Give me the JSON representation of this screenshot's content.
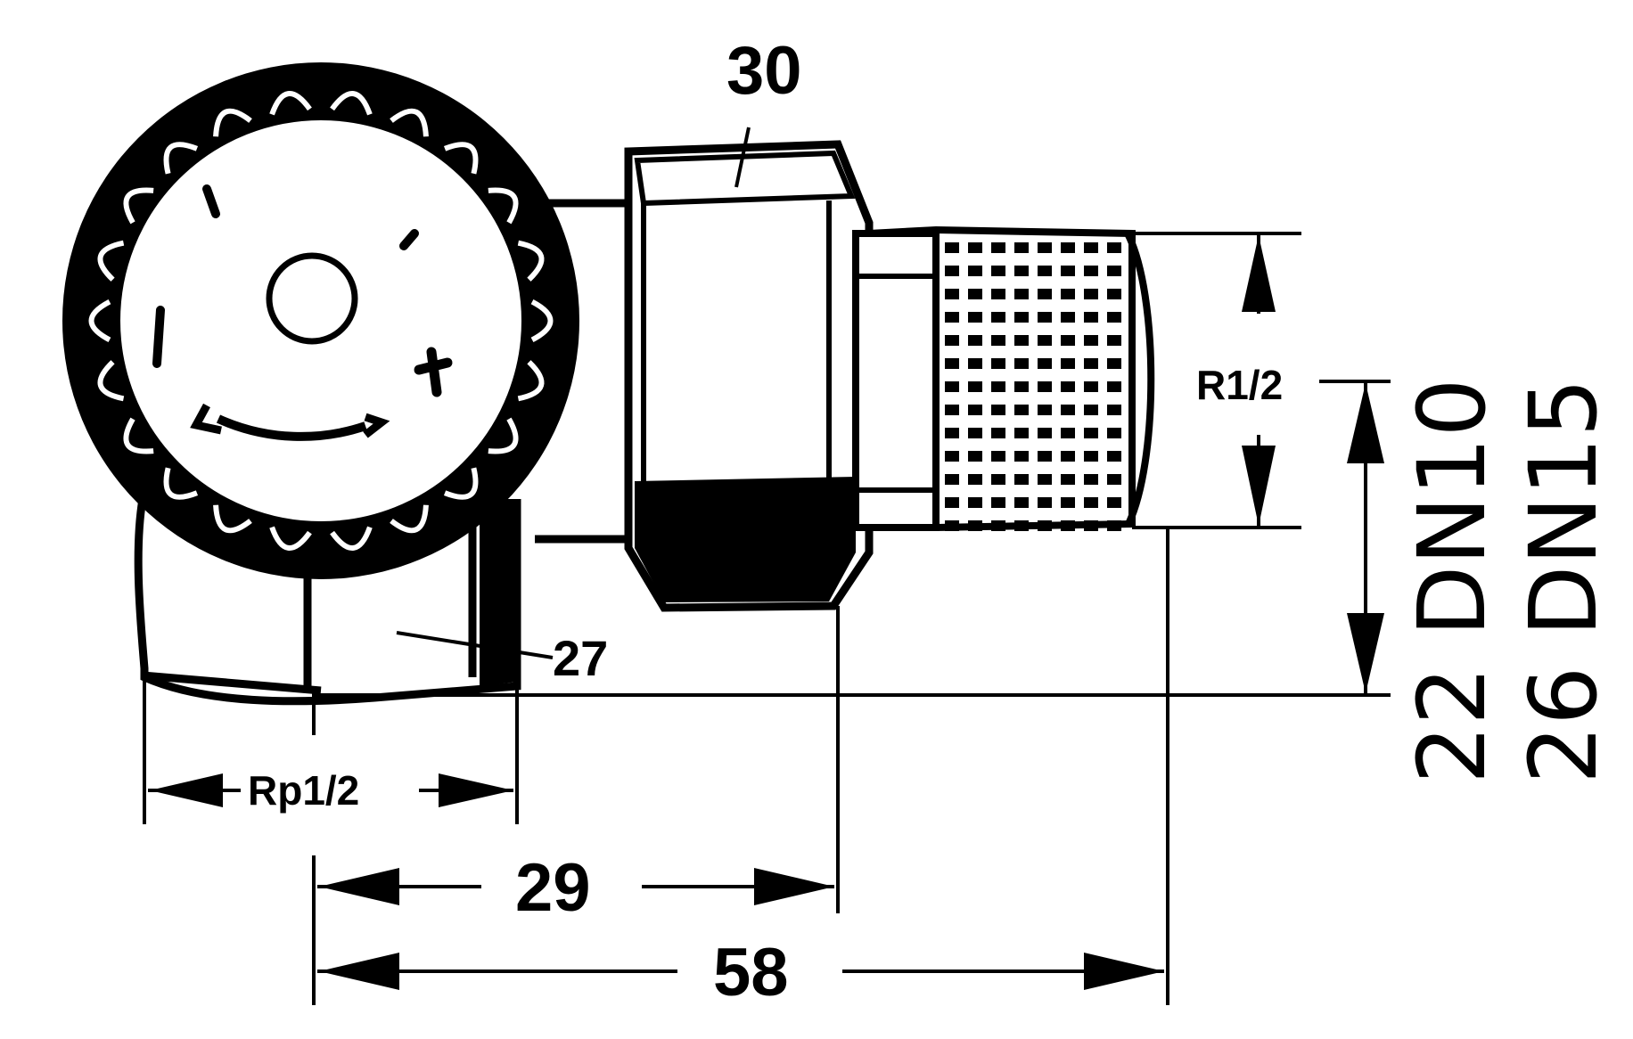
{
  "dimensions": {
    "hex_size": "30",
    "body_height": "27",
    "inlet_thread": "Rp1/2",
    "outlet_thread": "R1/2",
    "offset_29": "29",
    "length_58": "58",
    "dn_row_1": "22 DN10",
    "dn_row_2": "26 DN15"
  },
  "knob_symbols": {
    "minus": "−",
    "plus": "+"
  }
}
